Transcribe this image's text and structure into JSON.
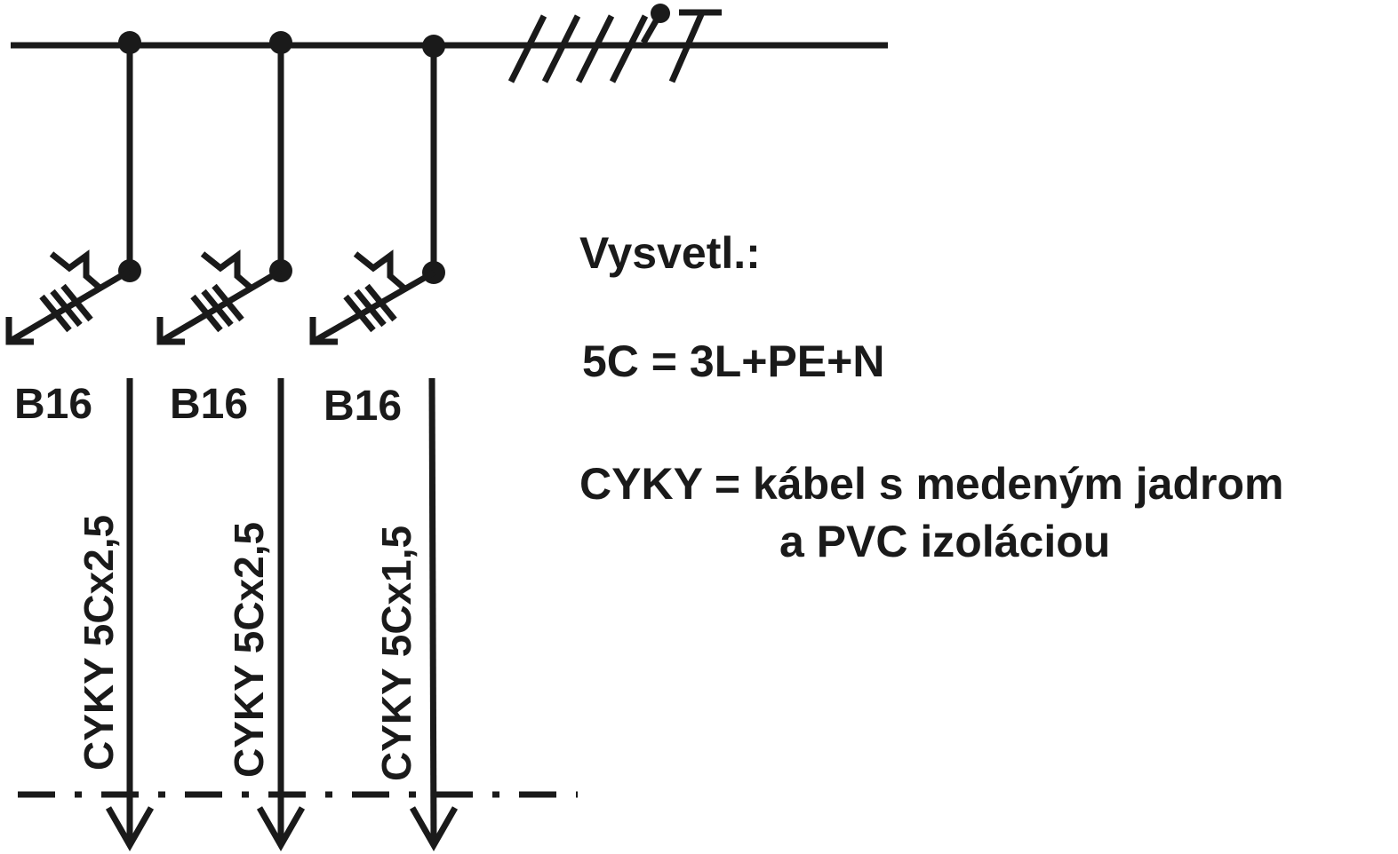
{
  "colors": {
    "ink": "#1a1a1a",
    "background": "#ffffff"
  },
  "feeders": [
    {
      "breaker": "B16",
      "cable": "CYKY 5Cx2,5"
    },
    {
      "breaker": "B16",
      "cable": "CYKY 5Cx2,5"
    },
    {
      "breaker": "B16",
      "cable": "CYKY 5Cx1,5"
    }
  ],
  "legend": {
    "title": "Vysvetl.:",
    "line1": "5C = 3L+PE+N",
    "line2": "CYKY = kábel s medeným jadrom",
    "line3": "a PVC izoláciou"
  }
}
